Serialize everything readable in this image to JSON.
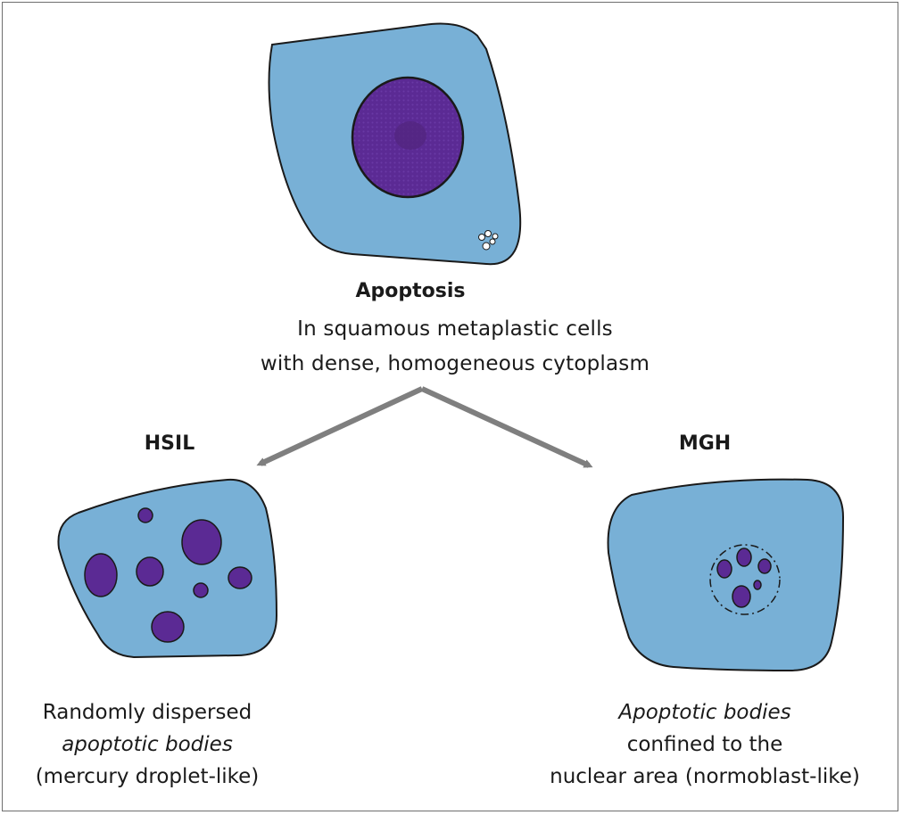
{
  "top": {
    "title": "Apoptosis",
    "desc_line1": "In squamous metaplastic cells",
    "desc_line2": "with dense, homogeneous cytoplasm"
  },
  "left": {
    "title": "HSIL",
    "caption_line1": "Randomly dispersed",
    "caption_line2": "apoptotic bodies",
    "caption_line3": "(mercury droplet-like)"
  },
  "right": {
    "title": "MGH",
    "caption_line1": "Apoptotic bodies",
    "caption_line2": "confined to the",
    "caption_line3": "nuclear area (normoblast-like)"
  },
  "colors": {
    "cytoplasm": "#78b0d6",
    "nucleus": "#5b2a94",
    "outline": "#1a1a1a",
    "arrow": "#7f7f7f"
  }
}
